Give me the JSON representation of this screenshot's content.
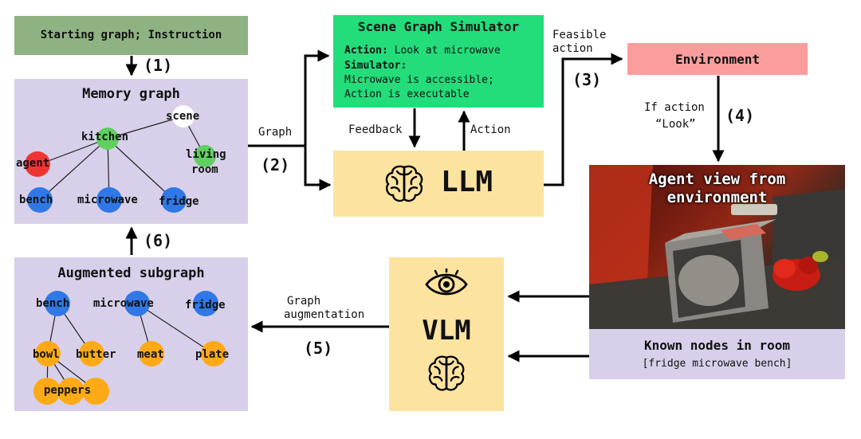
{
  "start_box": {
    "text": "Starting graph; Instruction"
  },
  "step_labels": {
    "s1": "(1)",
    "s2": "(2)",
    "s3": "(3)",
    "s4": "(4)",
    "s5": "(5)",
    "s6": "(6)"
  },
  "memory_graph": {
    "title": "Memory graph",
    "nodes": {
      "scene": "scene",
      "kitchen": "kitchen",
      "living": "living",
      "room": "room",
      "agent": "agent",
      "bench": "bench",
      "microwave": "microwave",
      "fridge": "fridge"
    }
  },
  "augmented_subgraph": {
    "title": "Augmented subgraph",
    "nodes": {
      "bench": "bench",
      "microwave": "microwave",
      "fridge": "fridge",
      "bowl": "bowl",
      "butter": "butter",
      "meat": "meat",
      "plate": "plate",
      "peppers": "peppers"
    }
  },
  "simulator": {
    "title": "Scene Graph Simulator",
    "action_key": "Action:",
    "action_val": "Look at microwave",
    "sim_key": "Simulator:",
    "line1": "Microwave is accessible;",
    "line2": "Action is executable"
  },
  "llm": {
    "label": "LLM"
  },
  "vlm": {
    "label": "VLM"
  },
  "environment": {
    "label": "Environment"
  },
  "arrow_labels": {
    "graph": "Graph",
    "feedback": "Feedback",
    "action": "Action",
    "feasible1": "Feasible",
    "feasible2": "action",
    "if_action1": "If action",
    "if_action2": "“Look”",
    "graph_aug1": "Graph",
    "graph_aug2": "augmentation"
  },
  "agent_view": {
    "line1": "Agent view from",
    "line2": "environment"
  },
  "known_nodes": {
    "title": "Known nodes in room",
    "list": "[fridge microwave bench]"
  },
  "colors": {
    "start": "#8fb283",
    "panel": "#d8d0ea",
    "sim": "#22dd7a",
    "llm": "#fde3a0",
    "env": "#fb9d9d",
    "red": "#ef3434",
    "green": "#5fcf5f",
    "blue": "#2f78e6",
    "orange": "#fdaa16"
  }
}
